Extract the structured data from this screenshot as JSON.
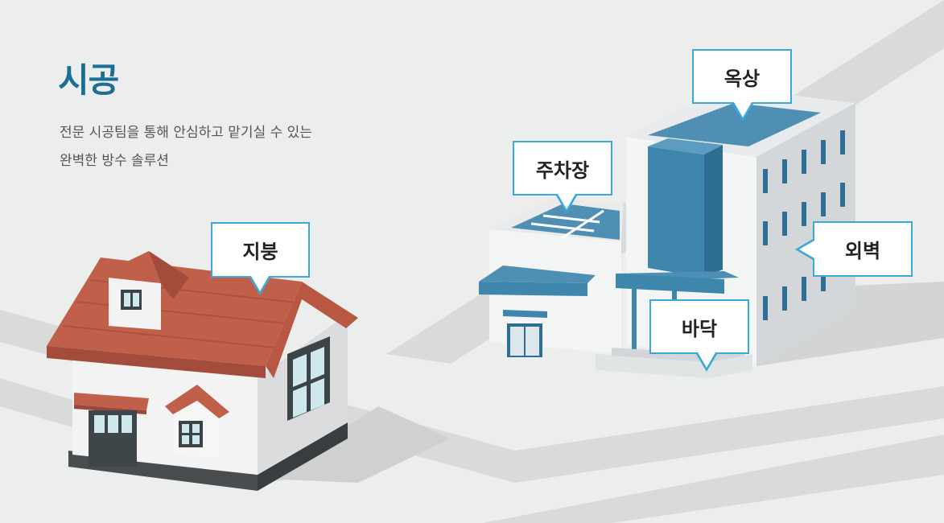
{
  "header": {
    "title": "시공",
    "description_lines": [
      "전문 시공팀을 통해 안심하고 맡기실 수 있는",
      "완벽한 방수 솔루션"
    ]
  },
  "callouts": {
    "roof": "지붕",
    "rooftop": "옥상",
    "parking": "주차장",
    "exterior_wall": "외벽",
    "floor": "바닥"
  },
  "colors": {
    "accent": "#1d6e96",
    "callout_border": "#3aa8d8",
    "house_roof": "#c0604a",
    "building_blue": "#3f86ad"
  }
}
